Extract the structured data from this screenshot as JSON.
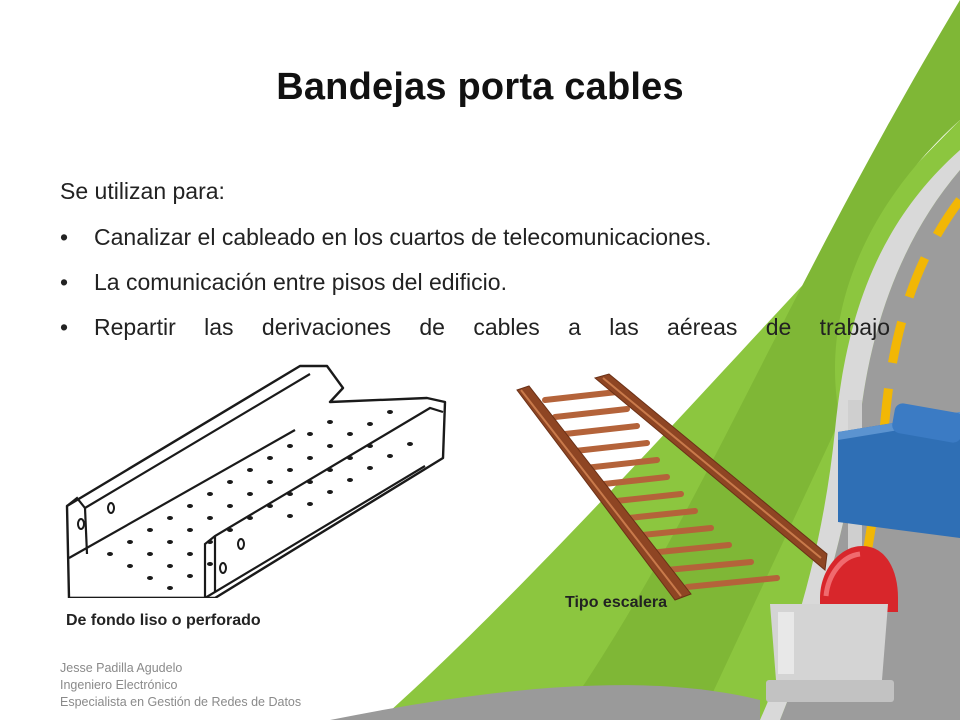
{
  "slide": {
    "title": "Bandejas porta cables",
    "intro": "Se utilizan para:",
    "bullet_glyph": "•",
    "bullets": [
      "Canalizar el cableado en los cuartos de telecomunicaciones.",
      "La comunicación entre pisos del edificio.",
      "Repartir las derivaciones de cables a las aéreas de trabajo"
    ],
    "captions": {
      "perforated": "De fondo liso o perforado",
      "ladder": "Tipo escalera"
    },
    "footer": [
      "Jesse Padilla Agudelo",
      "Ingeniero Electrónico",
      "Especialista en Gestión de Redes  de Datos"
    ],
    "colors": {
      "road_asphalt": "#8d8d8d",
      "road_dash": "#f2b705",
      "grass": "#8cc63f",
      "sign_blue": "#2f6fb5",
      "sign_red": "#d8262b",
      "ladder_copper": "#a0522d"
    }
  }
}
